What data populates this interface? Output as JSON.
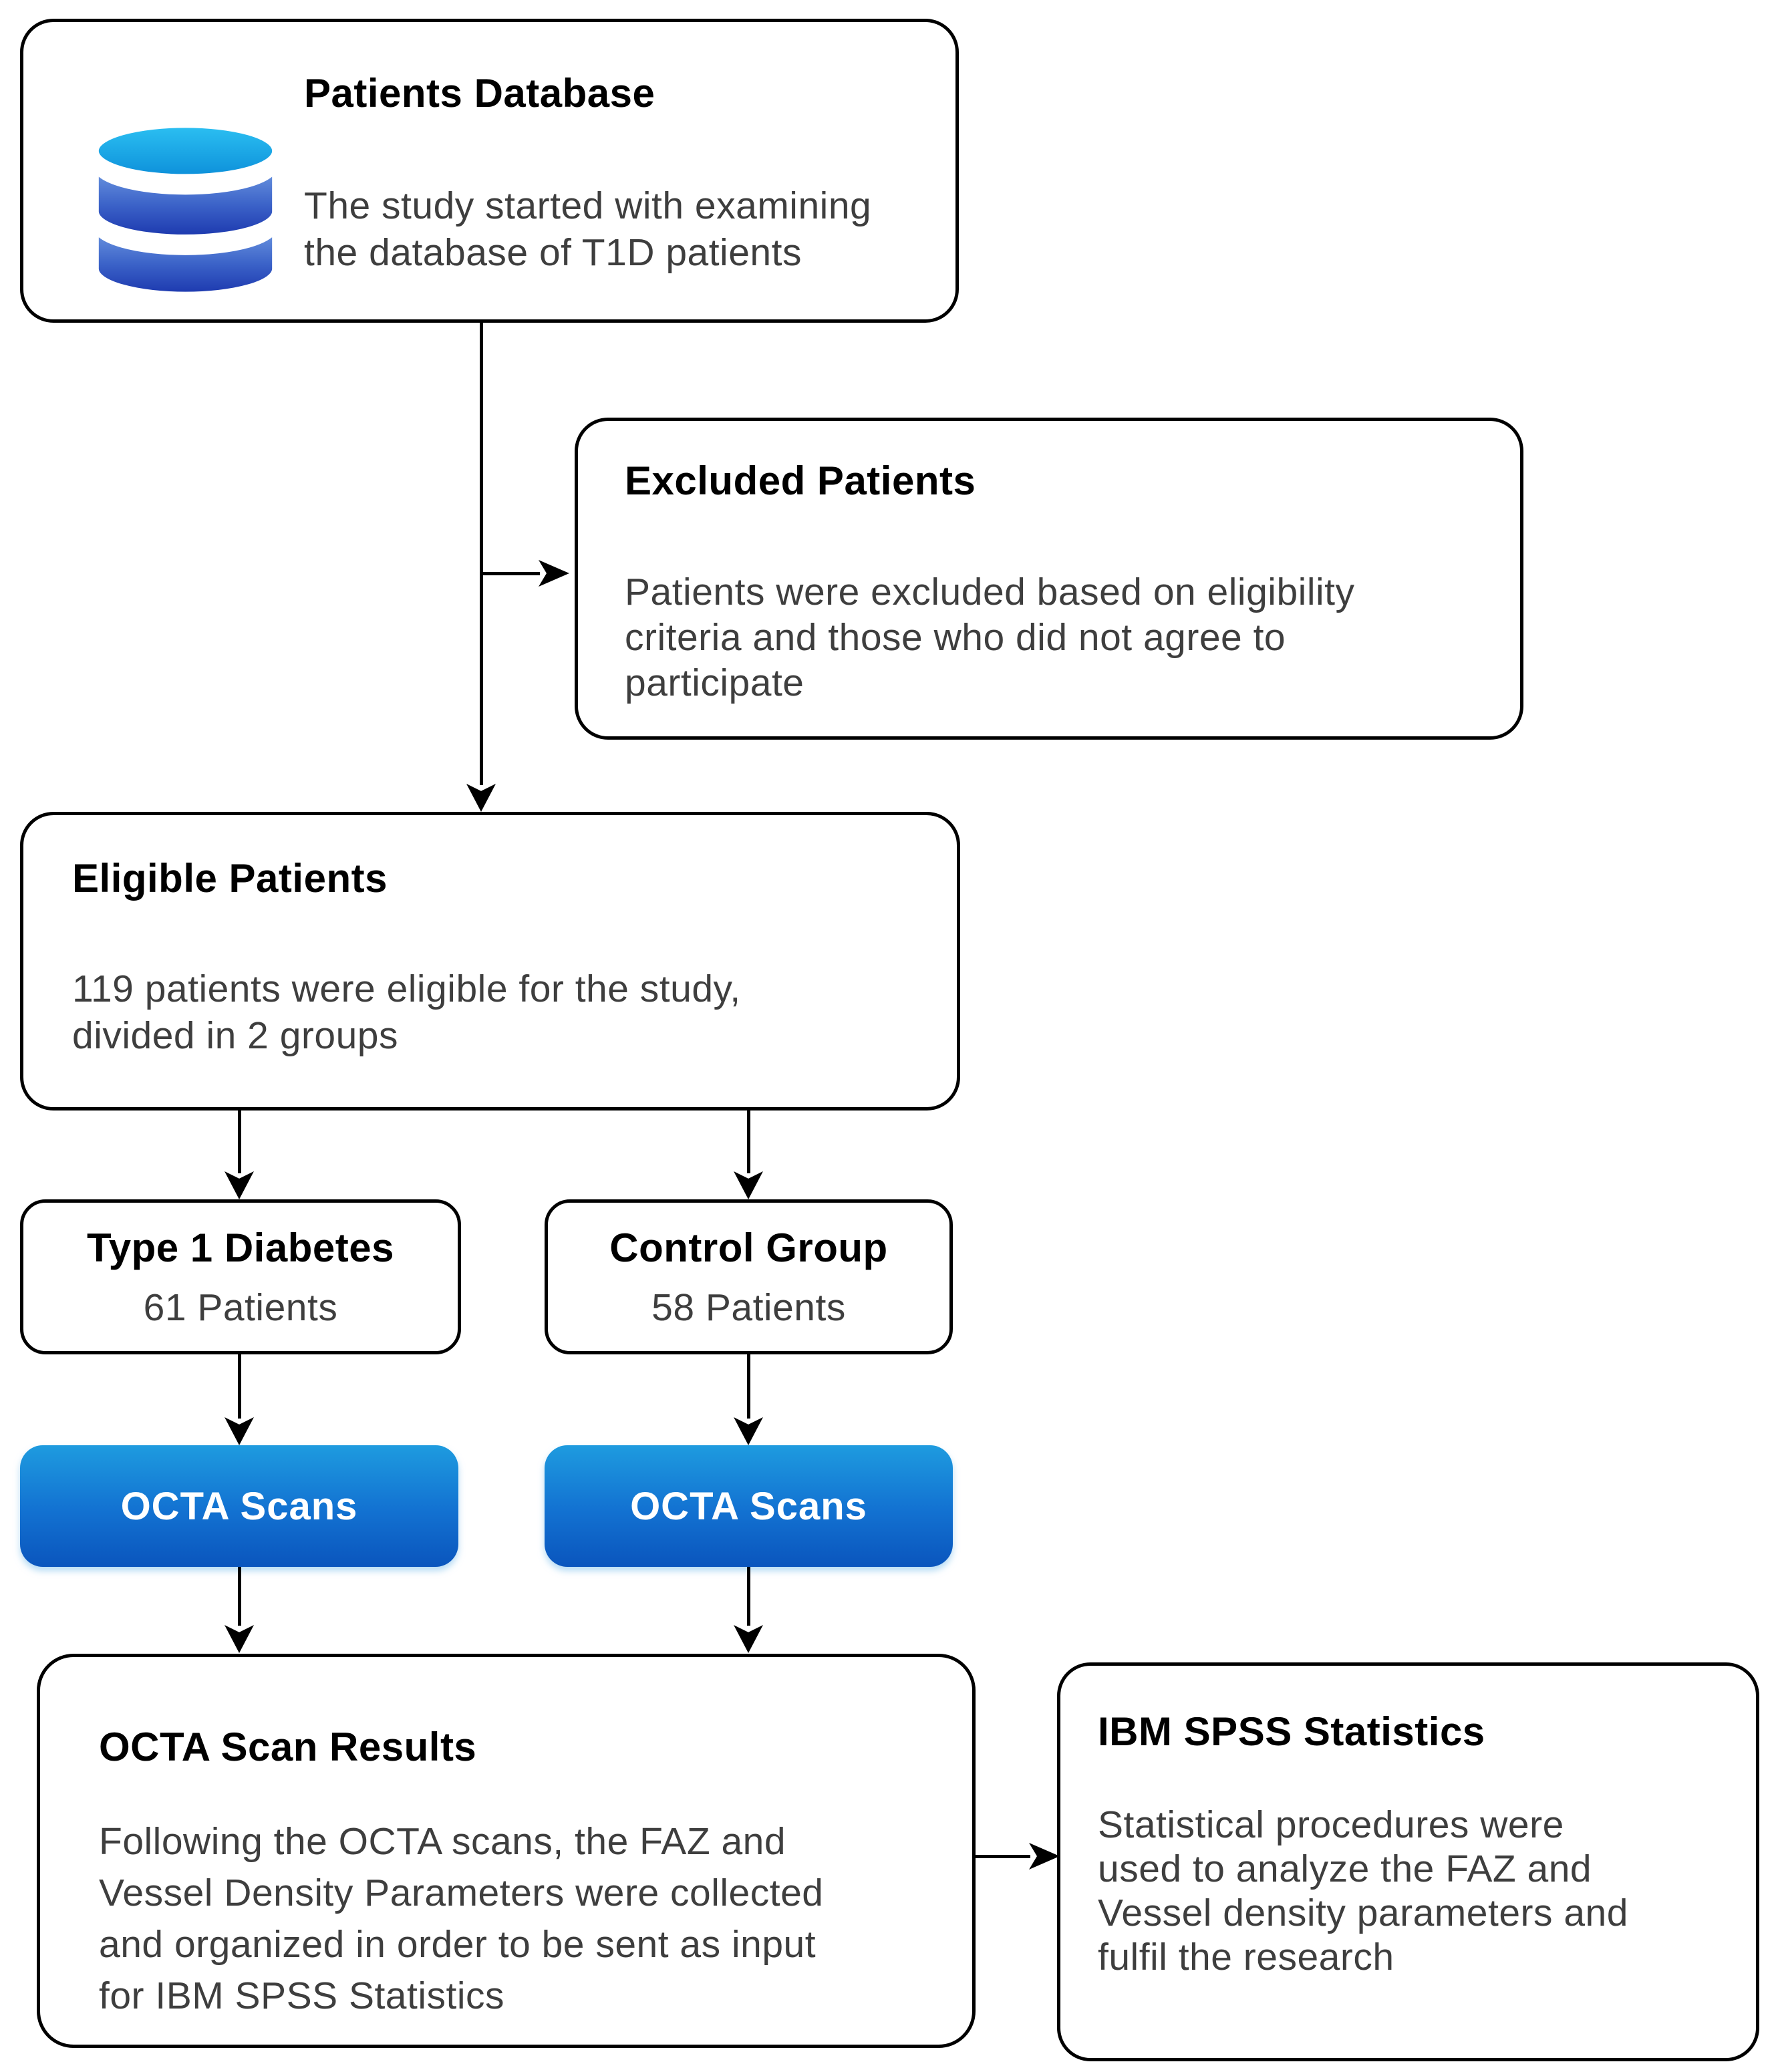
{
  "nodes": {
    "patients_database": {
      "title": "Patients Database",
      "body": "The study started with examining\nthe database of T1D patients",
      "icon": "database-icon"
    },
    "excluded_patients": {
      "title": "Excluded Patients",
      "body": "Patients were excluded based on eligibility\ncriteria and those who did not agree to\nparticipate"
    },
    "eligible_patients": {
      "title": "Eligible Patients",
      "body": "119 patients were eligible for the study,\ndivided in 2 groups"
    },
    "type1_diabetes_group": {
      "title": "Type 1 Diabetes",
      "subtitle": "61 Patients"
    },
    "control_group": {
      "title": "Control Group",
      "subtitle": "58 Patients"
    },
    "octa_scans_t1d": {
      "label": "OCTA Scans"
    },
    "octa_scans_control": {
      "label": "OCTA Scans"
    },
    "octa_scan_results": {
      "title": "OCTA Scan Results",
      "body": "Following the OCTA scans, the FAZ and\nVessel Density Parameters were collected\nand organized in order to be sent as input\nfor IBM SPSS Statistics"
    },
    "ibm_spss": {
      "title": "IBM SPSS Statistics",
      "body": "Statistical procedures were\nused to analyze the FAZ and\nVessel density parameters and\nfulfil the research"
    }
  },
  "counts": {
    "eligible_patients": 119,
    "t1d_patients": 61,
    "control_patients": 58
  },
  "colors": {
    "box_border": "#000000",
    "title_text": "#000000",
    "body_text": "#3e3e3e",
    "button_gradient_top": "#1e9bdf",
    "button_gradient_mid": "#1373d2",
    "button_gradient_bottom": "#0a55bd",
    "button_text": "#ffffff",
    "db_icon_top_light": "#2cc0f2",
    "db_icon_top_dark": "#0d90da",
    "db_icon_body_light": "#6f9ae2",
    "db_icon_body_mid": "#3b62c8",
    "db_icon_body_dark": "#1c38ae"
  }
}
